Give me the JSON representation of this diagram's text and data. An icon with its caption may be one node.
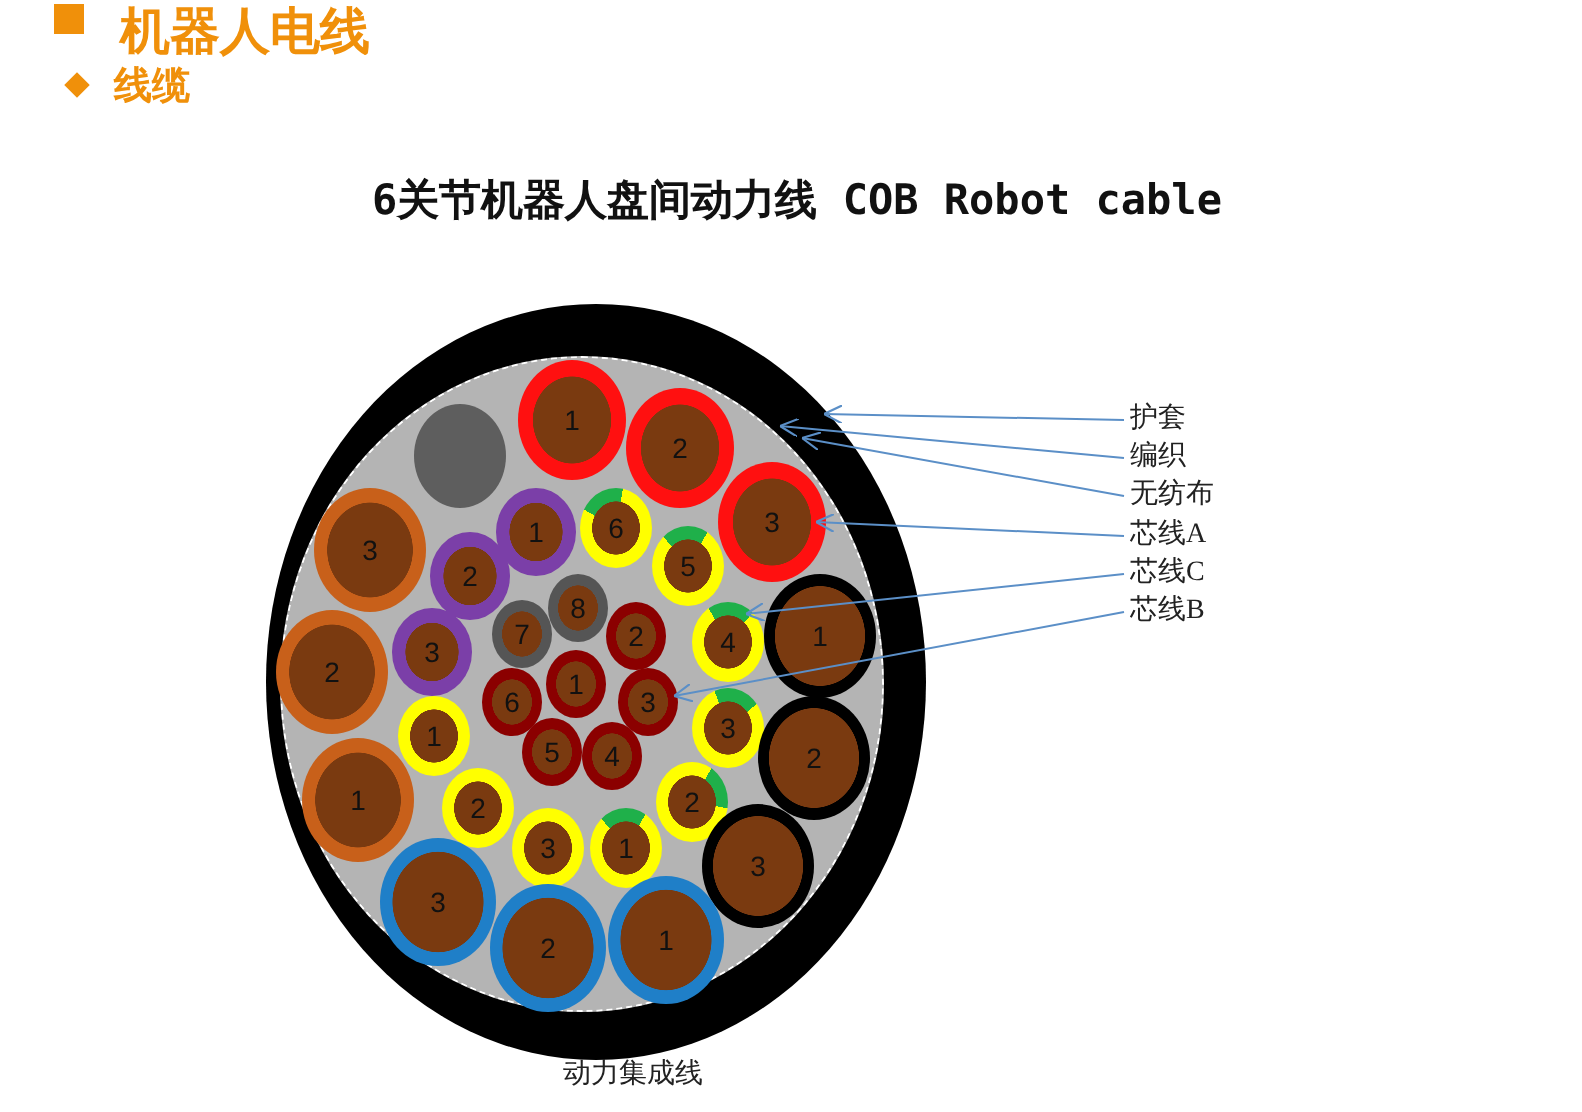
{
  "diagram": {
    "title": "机器人电线",
    "caption": "动力集成线",
    "nodes": [
      {
        "text": [],
        "shape": "circle"
      },
      {
        "text": [],
        "shape": "circle",
        "in": 0
      },
      {
        "text": [
          "1"
        ],
        "in": 1
      },
      {
        "text": [
          "2"
        ],
        "in": 1
      },
      {
        "text": [
          "3"
        ],
        "in": 1
      },
      {
        "text": [],
        "shape": "circle",
        "in": 1
      },
      {
        "text": [
          "3"
        ],
        "in": 1
      },
      {
        "text": [
          "2"
        ],
        "in": 1
      },
      {
        "text": [
          "1"
        ],
        "in": 1
      },
      {
        "text": [
          "1"
        ],
        "in": 1
      },
      {
        "text": [
          "2"
        ],
        "in": 1
      },
      {
        "text": [
          "3"
        ],
        "in": 1
      },
      {
        "text": [
          "6"
        ],
        "in": 1
      },
      {
        "text": [
          "5"
        ],
        "in": 1
      },
      {
        "text": [
          "4"
        ],
        "in": 1
      },
      {
        "text": [
          "3"
        ],
        "in": 1
      },
      {
        "text": [
          "2"
        ],
        "in": 1
      },
      {
        "text": [
          "1"
        ],
        "in": 1
      },
      {
        "text": [
          "1"
        ],
        "in": 1
      },
      {
        "text": [
          "2"
        ],
        "in": 1
      },
      {
        "text": [
          "3"
        ],
        "in": 1
      },
      {
        "text": [
          "1"
        ],
        "in": 1
      },
      {
        "text": [
          "2"
        ],
        "in": 1
      },
      {
        "text": [
          "3"
        ],
        "in": 1
      },
      {
        "text": [
          "4"
        ],
        "in": 1
      },
      {
        "text": [
          "5"
        ],
        "in": 1
      },
      {
        "text": [
          "6"
        ],
        "in": 1
      },
      {
        "text": [
          "7"
        ],
        "in": 1
      },
      {
        "text": [
          "8"
        ],
        "in": 1
      },
      {
        "text": [
          "1"
        ],
        "in": 1
      },
      {
        "text": [
          "2"
        ],
        "in": 1
      },
      {
        "text": [
          "3"
        ],
        "in": 1
      },
      {
        "text": [
          "3"
        ],
        "in": 1
      },
      {
        "text": [
          "2"
        ],
        "in": 1
      },
      {
        "text": [
          "1"
        ],
        "in": 1
      },
      {
        "text": [
          "护套"
        ]
      },
      {
        "text": [
          "编织"
        ]
      },
      {
        "text": [
          "无纺布"
        ]
      },
      {
        "text": [
          "芯线A"
        ]
      },
      {
        "text": [
          "芯线C"
        ]
      },
      {
        "text": [
          "芯线B"
        ]
      }
    ],
    "edges": [
      {
        "from": 35,
        "to": 0,
        "arrow": "to"
      },
      {
        "from": 36,
        "to": 1,
        "arrow": "to"
      },
      {
        "from": 37,
        "to": 1,
        "arrow": "to"
      },
      {
        "from": 38,
        "to": 4,
        "arrow": "to"
      },
      {
        "from": 39,
        "to": 14,
        "arrow": "to"
      },
      {
        "from": 40,
        "to": 23,
        "arrow": "to"
      }
    ],
    "labels": [
      "线缆",
      "6关节机器人盘间动力线 COB Robot cable"
    ]
  }
}
